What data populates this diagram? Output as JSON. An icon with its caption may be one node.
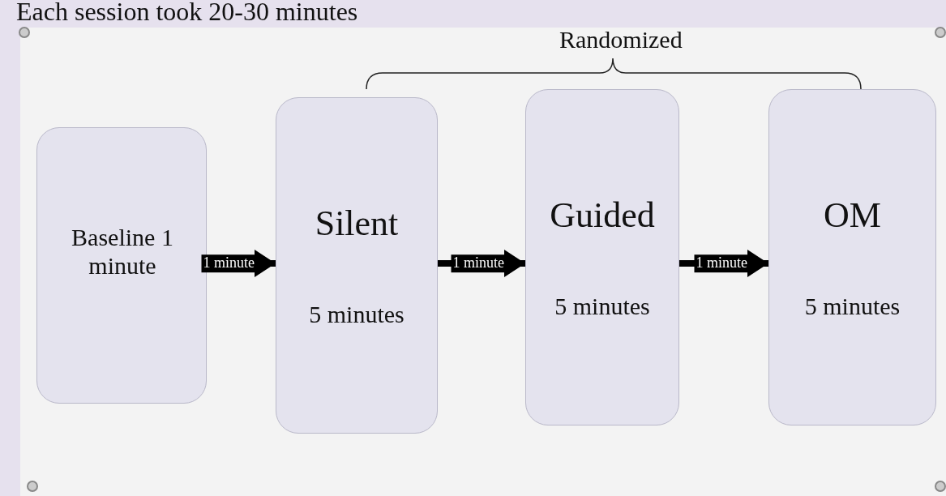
{
  "diagram": {
    "title": "Each session took 20-30 minutes",
    "nodes": [
      {
        "text": [
          "Baseline 1 minute"
        ]
      },
      {
        "text": [
          "Silent",
          "5 minutes"
        ]
      },
      {
        "text": [
          "Guided",
          "5 minutes"
        ]
      },
      {
        "text": [
          "OM",
          "5 minutes"
        ]
      }
    ],
    "edges": [
      {
        "from": 0,
        "to": 1,
        "arrow": "to",
        "label": "1 minute"
      },
      {
        "from": 1,
        "to": 2,
        "arrow": "to",
        "label": "1 minute"
      },
      {
        "from": 2,
        "to": 3,
        "arrow": "to",
        "label": "1 minute"
      }
    ],
    "labels": [
      "Randomized"
    ]
  }
}
